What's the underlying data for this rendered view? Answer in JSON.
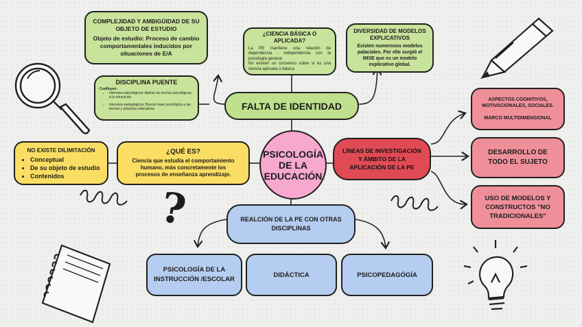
{
  "center": {
    "title_lines": [
      "PSICOLOGÍA",
      "DE LA",
      "EDUCACIÓN"
    ]
  },
  "identity": {
    "label": "FALTA DE IDENTIDAD"
  },
  "complexity": {
    "title": "COMPLEJIDAD Y AMBIGÜIDAD DE SU OBJETO DE ESTUDIO",
    "body": "Objeto de estudio: Proceso de cambio comportamentales inducidos por situaciones de E/A"
  },
  "basic_applied": {
    "title": "¿CIENCIA BÁSICA O APLICADA?",
    "body1": "La PE mantiene una relación de dependencia - independencia con la psicología general.",
    "body2": "No existen un consenso sobre si es una ciencia aplicada o básica."
  },
  "models": {
    "title": "DIVERSIDAD DE MODELOS EXPLICATIVOS",
    "body": "Existen numerosos modelos palaciales. Por ello surgió el MISE que es un modelo explicativo global."
  },
  "bridge": {
    "title": "DISCIPLINA PUENTE",
    "intro": "Confluyen:",
    "items": [
      "Intereses psicológicos: Aplicar las teorías psicológicas a la educación.",
      "Intereses pedagógicos: Buscar base psicológica a las teorías y prácticas educativas"
    ]
  },
  "what": {
    "title": "¿QUÉ ES?",
    "body": "Ciencia que estudia el comportamiento humano, más concretamente los procesos de enseñanza aprendizaje."
  },
  "no_limit": {
    "title": "NO EXISTE DILIMITACIÓN",
    "items": [
      "Conceptual",
      "De su objeto de estudio",
      "Contenidos"
    ]
  },
  "research": {
    "label": "LÍNEAS DE INVESTIGACIÓN Y ÁMBITO DE LA APLICACIÓN DE LA PE"
  },
  "aspects": {
    "line1": "ASPECTOS COGNITIVOS, MOTIVACIONALES, SOCIALES.",
    "line2": "MARCO MULTIDIMENSIONAL"
  },
  "development": {
    "label": "DESARROLLO DE TODO EL SUJETO"
  },
  "nontraditional": {
    "label": "USO DE MODELOS Y CONSTRUCTOS \"NO TRADICIONALES\""
  },
  "relation": {
    "label": "REALCIÓN DE LA PE CON OTRAS DISCIPLINAS"
  },
  "disciplines": {
    "instruction": "PSICOLOGÍA DE LA INSTRUCCIÓN /ESCOLAR",
    "didactics": "DIDÁCTICA",
    "psychopedagogy": "PSICOPEDAGÓGÍA"
  },
  "decor": {
    "question_mark": "?",
    "icons": [
      "magnifier-icon",
      "pencil-icon",
      "notebook-icon",
      "lightbulb-icon",
      "spring-icon",
      "question-mark-icon"
    ]
  },
  "colors": {
    "green": "#c8e39b",
    "yellow": "#fadd63",
    "blue": "#b4cdf0",
    "red": "#e04a55",
    "pink": "#ef8f9a",
    "center": "#f6a8cf"
  }
}
